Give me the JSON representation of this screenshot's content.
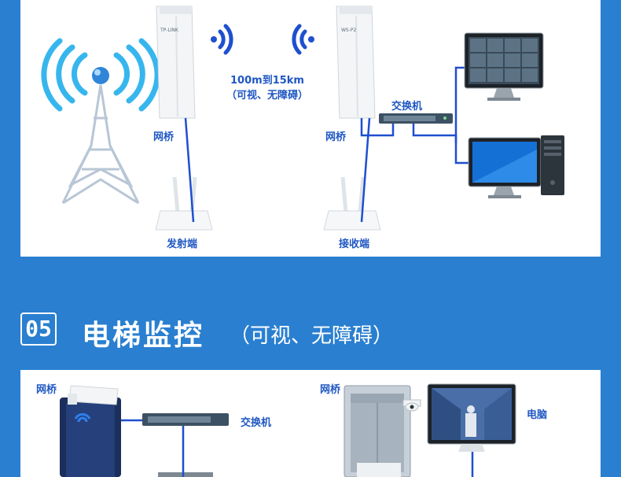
{
  "wireless": {
    "distance_line1": "100m到15km",
    "distance_line2": "（可视、无障碍）",
    "bridge_left_label": "网桥",
    "bridge_right_label": "网桥",
    "transmitter_label": "发射端",
    "receiver_label": "接收端",
    "switch_label": "交换机",
    "bridge_left_brand": "TP-LINK",
    "bridge_right_brand": "WS-P2"
  },
  "section": {
    "number": "05",
    "title": "电梯监控",
    "subtitle": "（可视、无障碍）"
  },
  "elevator": {
    "bridge_left_label": "网桥",
    "switch_label": "交换机",
    "bridge_right_label": "网桥",
    "computer_label": "电脑"
  },
  "colors": {
    "background": "#2a7fd0",
    "panel": "#ffffff",
    "label_blue": "#1f57c3",
    "cable_blue": "#1f4fd0"
  }
}
